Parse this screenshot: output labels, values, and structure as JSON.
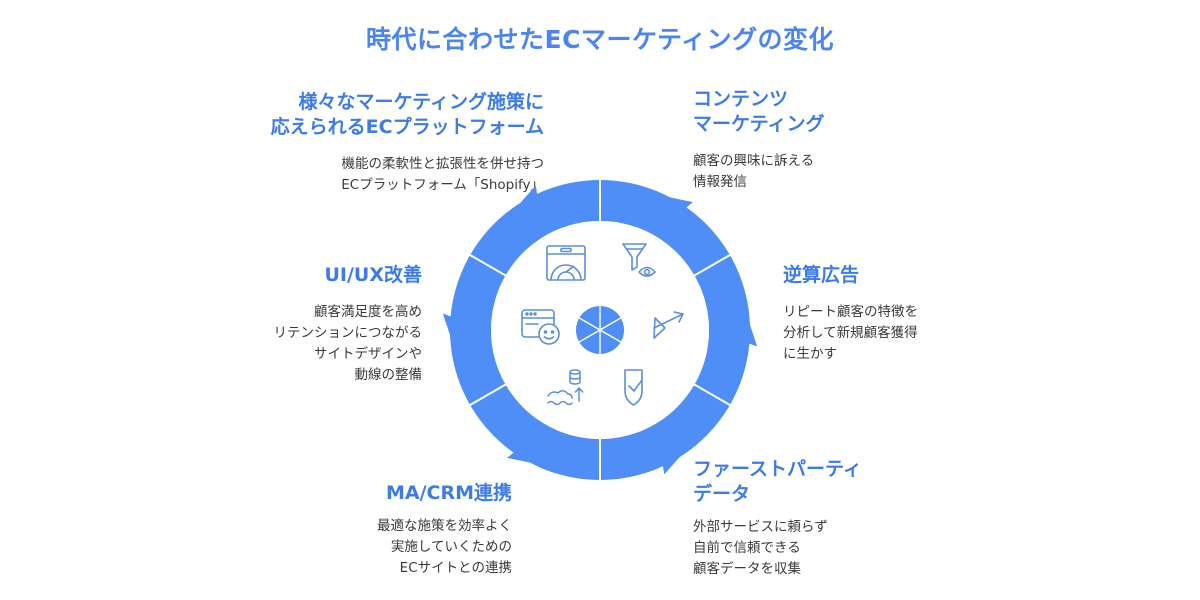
{
  "title": "時代に合わせたECマーケティングの変化",
  "colors": {
    "ring": "#4f8ef6",
    "ring_divider": "#ffffff",
    "heading": "#3d7ce8",
    "icon": "#5b8fdb",
    "text": "#3a3a3a"
  },
  "sections": {
    "platform": {
      "heading": [
        "様々なマーケティング施策に",
        "応えられるECプラットフォーム"
      ],
      "desc": [
        "機能の柔軟性と拡張性を併せ持つ",
        "ECプラットフォーム「Shopify」"
      ],
      "icon": "chart-window-icon"
    },
    "content": {
      "heading": [
        "コンテンツ",
        "マーケティング"
      ],
      "desc": [
        "顧客の興味に訴える",
        "情報発信"
      ],
      "icon": "funnel-eye-icon"
    },
    "ads": {
      "heading": [
        "逆算広告"
      ],
      "desc": [
        "リピート顧客の特徴を",
        "分析して新規顧客獲得",
        "に生かす"
      ],
      "icon": "target-arrow-icon"
    },
    "firstparty": {
      "heading": [
        "ファーストパーティ",
        "データ"
      ],
      "desc": [
        "外部サービスに頼らず",
        "自前で信頼できる",
        "顧客データを収集"
      ],
      "icon": "shield-check-icon"
    },
    "macrm": {
      "heading": [
        "MA/CRM連携"
      ],
      "desc": [
        "最適な施策を効率よく",
        "実施していくための",
        "ECサイトとの連携"
      ],
      "icon": "database-sync-icon"
    },
    "uiux": {
      "heading": [
        "UI/UX改善"
      ],
      "desc": [
        "顧客満足度を高め",
        "リテンションにつながる",
        "サイトデザインや",
        "動線の整備"
      ],
      "icon": "browser-user-icon"
    }
  },
  "center_icon": "pie-icon"
}
